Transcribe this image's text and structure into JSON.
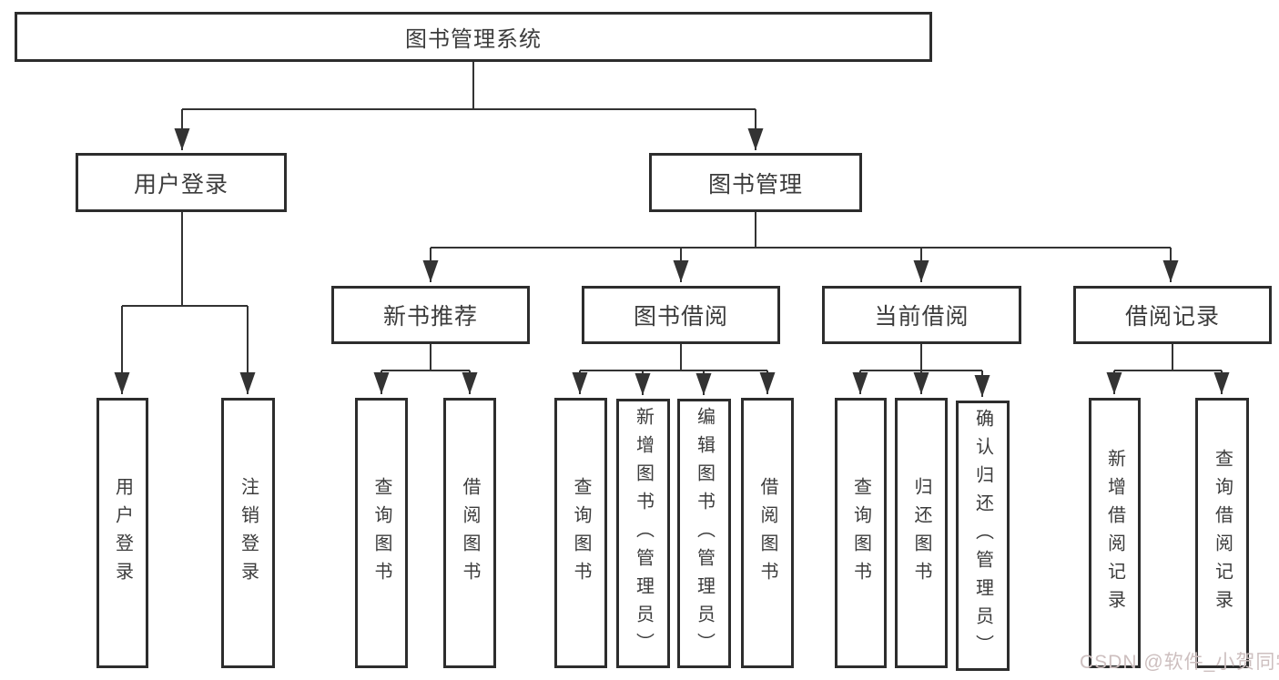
{
  "tree": {
    "label": "图书管理系统",
    "children": [
      {
        "label": "用户登录",
        "children": [
          {
            "label": "用户登录"
          },
          {
            "label": "注销登录"
          }
        ]
      },
      {
        "label": "图书管理",
        "children": [
          {
            "label": "新书推荐",
            "children": [
              {
                "label": "查询图书"
              },
              {
                "label": "借阅图书"
              }
            ]
          },
          {
            "label": "图书借阅",
            "children": [
              {
                "label": "查询图书"
              },
              {
                "label": "新增图书（管理员）"
              },
              {
                "label": "编辑图书（管理员）"
              },
              {
                "label": "借阅图书"
              }
            ]
          },
          {
            "label": "当前借阅",
            "children": [
              {
                "label": "查询图书"
              },
              {
                "label": "归还图书"
              },
              {
                "label": "确认归还（管理员）"
              }
            ]
          },
          {
            "label": "借阅记录",
            "children": [
              {
                "label": "新增借阅记录"
              },
              {
                "label": "查询借阅记录"
              }
            ]
          }
        ]
      }
    ]
  },
  "watermark": {
    "text": "CSDN @软件_小贺同学"
  },
  "colors": {
    "line": "#333333",
    "box_border": "#2d2d2d",
    "text": "#3c3c3c",
    "watermark": "#cdbfbf",
    "background": "#ffffff"
  }
}
